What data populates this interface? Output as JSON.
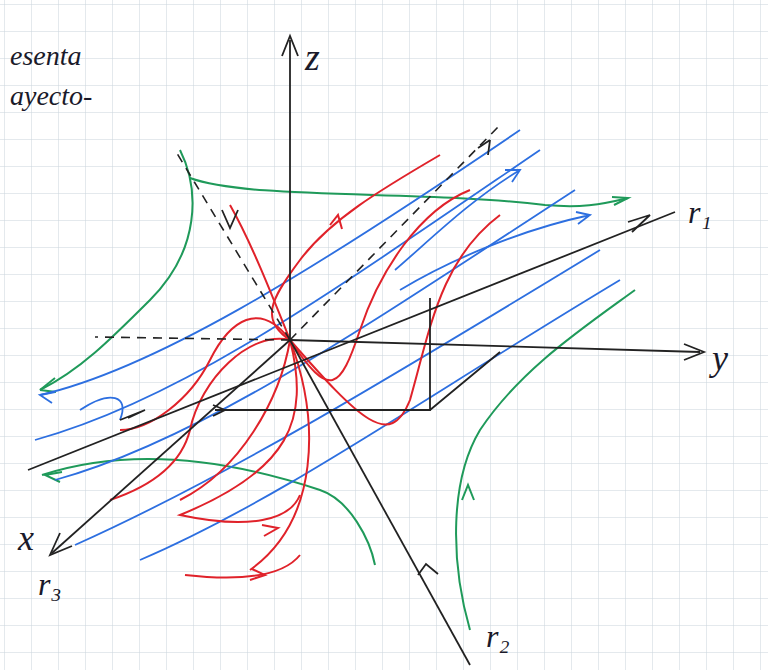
{
  "diagram": {
    "labels": [
      "esenta",
      "ayecto-",
      "z",
      "y",
      "x",
      "r₁",
      "r₂",
      "r₃"
    ]
  }
}
